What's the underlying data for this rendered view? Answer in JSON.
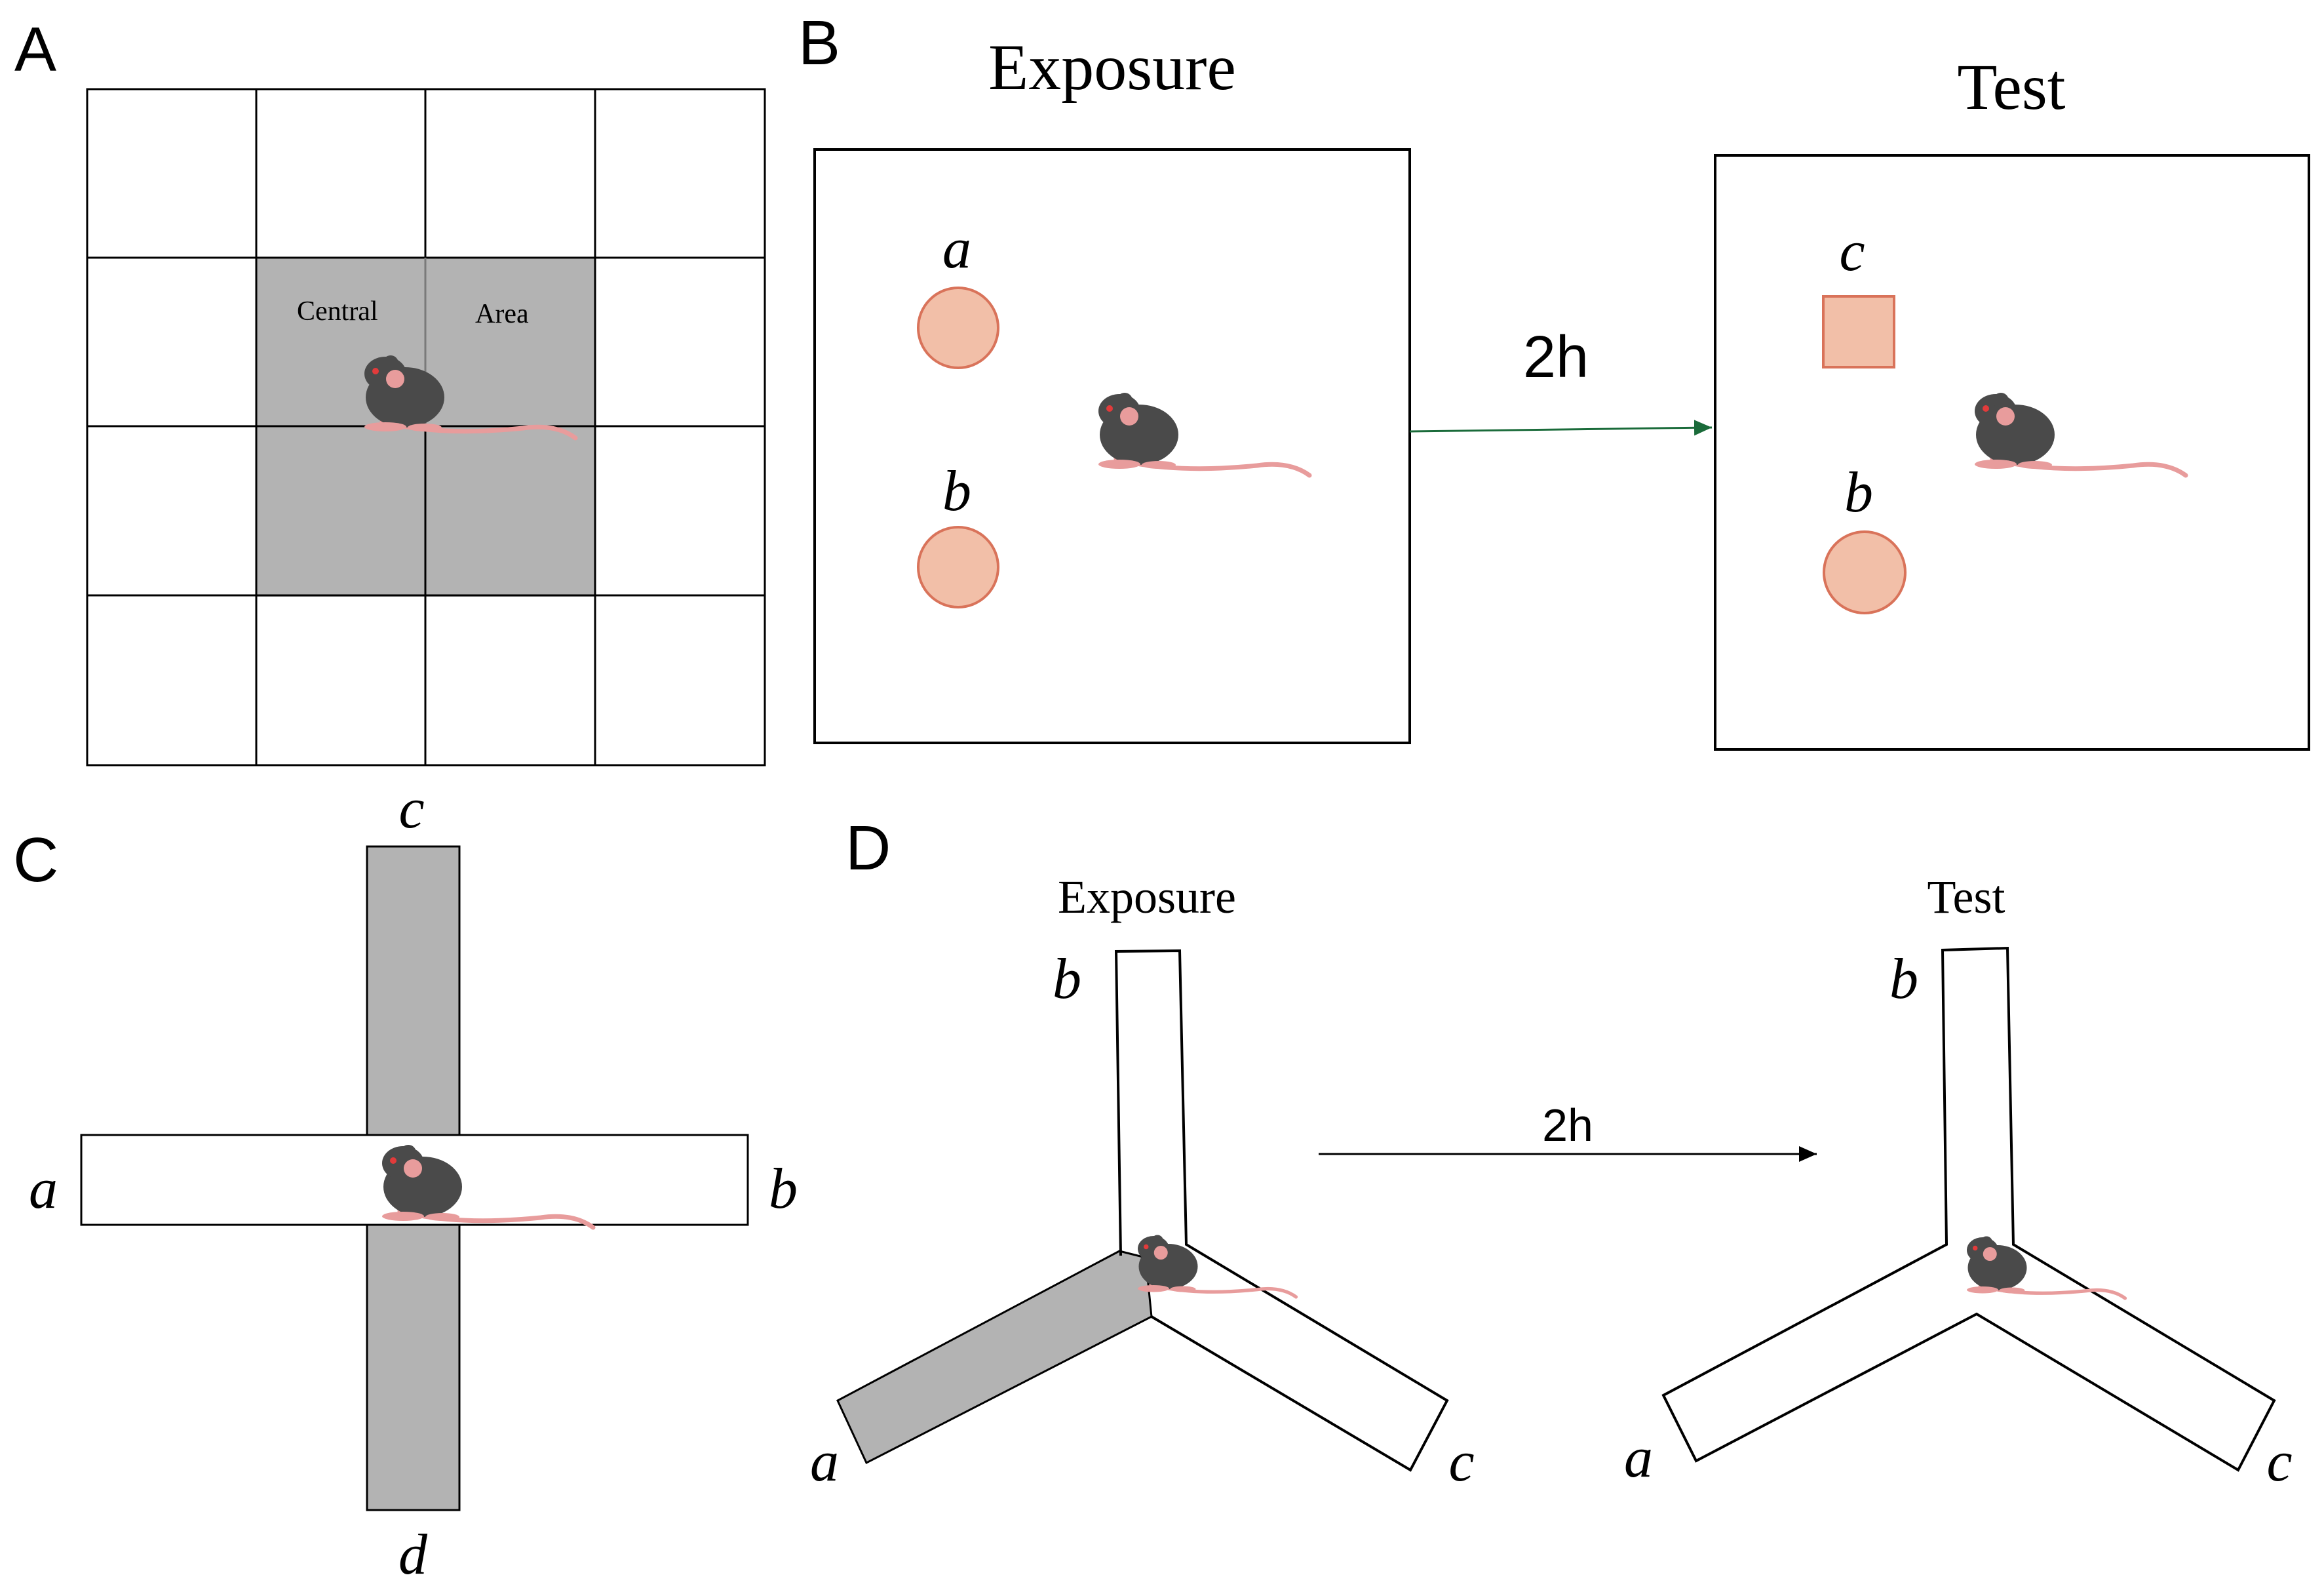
{
  "panels": {
    "A": {
      "letter": "A",
      "central_label": "Central",
      "area_label": "Area",
      "grid_size": 4,
      "shaded_cells": [
        [
          1,
          1
        ],
        [
          1,
          2
        ],
        [
          2,
          1
        ],
        [
          2,
          2
        ]
      ],
      "colors": {
        "shade": "#b3b3b3",
        "line": "#000000"
      }
    },
    "B": {
      "letter": "B",
      "exposure_title": "Exposure",
      "test_title": "Test",
      "interval": "2h",
      "exposure_objects": [
        {
          "label": "a",
          "shape": "circle"
        },
        {
          "label": "b",
          "shape": "circle"
        }
      ],
      "test_objects": [
        {
          "label": "c",
          "shape": "square"
        },
        {
          "label": "b",
          "shape": "circle"
        }
      ],
      "colors": {
        "object_fill": "#f2bfa8",
        "object_stroke": "#d9735a",
        "arrow": "#1a6b3a"
      }
    },
    "C": {
      "letter": "C",
      "arm_labels": {
        "top": "c",
        "bottom": "d",
        "left": "a",
        "right": "b"
      },
      "colors": {
        "closed_arm": "#b3b3b3",
        "open_arm": "#ffffff"
      }
    },
    "D": {
      "letter": "D",
      "exposure_title": "Exposure",
      "test_title": "Test",
      "interval": "2h",
      "exposure_labels": {
        "top": "b",
        "left": "a",
        "right": "c"
      },
      "test_labels": {
        "top": "b",
        "left": "a",
        "right": "c"
      },
      "colors": {
        "blocked_arm": "#b3b3b3",
        "arrow": "#000000"
      }
    }
  },
  "icons": {
    "mouse": "mouse-icon",
    "colors": {
      "body": "#4a4a4a",
      "pink": "#e89c9c",
      "eye": "#e23b3b"
    }
  }
}
